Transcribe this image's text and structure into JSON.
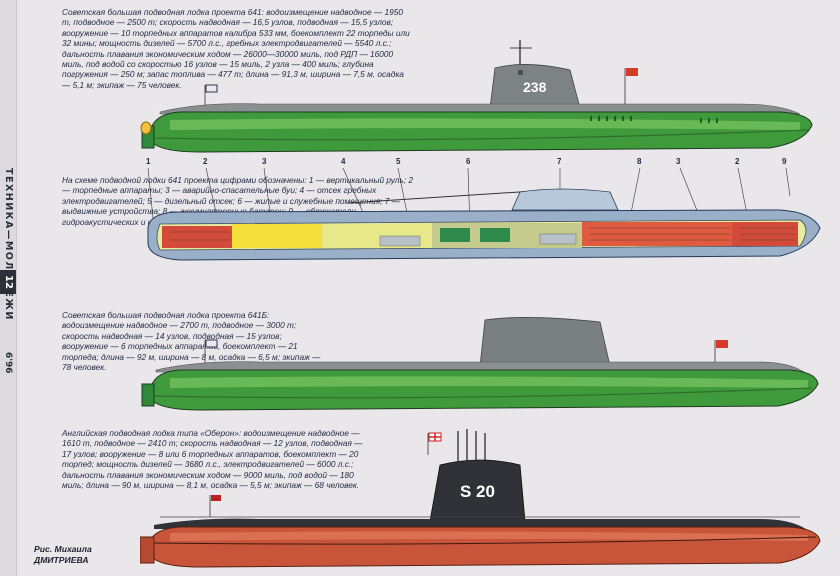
{
  "spine": {
    "magazine": "ТЕХНИКА—МОЛОДЕЖИ",
    "page_number": "12",
    "issue": "6'96"
  },
  "texts": {
    "project_641": "Советская большая подводная лодка проекта 641: водоизмещение надводное — 1950 т, подводное — 2500 т; скорость надводная — 16,5 узлов, подводная — 15,5 узлов; вооружение — 10 торпедных аппаратов калибра 533 мм, боекомплект 22 торпеды или 32 мины; мощность дизелей — 5700 л.с., гребных электродвигателей — 5540 л.с.; дальность плавания экономическим ходом — 26000—30000 миль, под РДП — 16000 миль, под водой со скоростью 16 узлов — 15 миль, 2 узла — 400 миль; глубина погружения — 250 м; запас топлива — 477 т; длина — 91,3 м, ширина — 7,5 м, осадка — 5,1 м; экипаж — 75 человек.",
    "scheme": "На схеме подводной лодки 641 проекта цифрами обозначены: 1 — вертикальный руль; 2 — торпедные аппараты; 3 — аварийно-спасательные буи; 4 — отсек гребных электродвигателей; 5 — дизельный отсек; 6 — жилые и служебные помещения; 7 — выдвижные устройства; 8 — аккумуляторные батареи; 9 — обтекатели гидроакустических и шумопеленгаторных станций.",
    "project_641b": "Советская большая подводная лодка проекта 641Б: водоизмещение надводное — 2700 т, подводное — 3000 т; скорость надводная — 14 узлов, подводная — 15 узлов; вооружение — 6 торпедных аппаратов, боекомплект — 21 торпеда; длина — 92 м, ширина — 8 м, осадка — 6,5 м; экипаж — 78 человек.",
    "oberon": "Английская подводная лодка типа «Оберон»: водоизмещение надводное — 1610 т, подводное — 2410 т; скорость надводная — 12 узлов, подводная — 17 узлов; вооружение — 8 или 6 торпедных аппаратов, боекомплект — 20 торпед; мощность дизелей — 3680 л.с., электродвигателей — 6000 л.с.; дальность плавания экономическим ходом — 9000 миль, под водой — 180 миль; длина — 90 м, ширина — 8,1 м, осадка — 5,5 м; экипаж — 68 человек.",
    "credit": "Рис. Михаила\nДМИТРИЕВА"
  },
  "hull_numbers": {
    "sub_641": "238",
    "sub_oberon": "S 20"
  },
  "scheme_numbers": [
    "1",
    "2",
    "3",
    "4",
    "5",
    "6",
    "7",
    "8",
    "3",
    "2",
    "9"
  ],
  "colors": {
    "hull_green": "#3f9a3c",
    "hull_green_light": "#7cc862",
    "deck_gray": "#7b8082",
    "oberon_hull": "#c8553a",
    "oberon_deck": "#2f3236"
  }
}
